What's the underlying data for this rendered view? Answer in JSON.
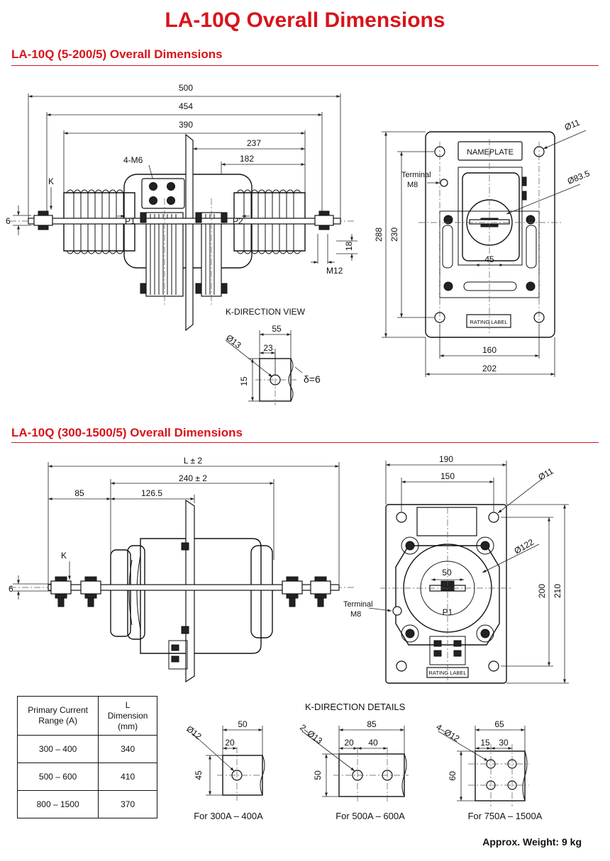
{
  "page_title": "LA-10Q Overall Dimensions",
  "section1": {
    "heading": "LA-10Q (5-200/5) Overall Dimensions",
    "side": {
      "d500": "500",
      "d454": "454",
      "d390": "390",
      "d237": "237",
      "d182": "182",
      "bolts": "4-M6",
      "k": "K",
      "d6": "6",
      "p1": "P1",
      "p2": "P2",
      "d18": "18",
      "m12": "M12"
    },
    "front": {
      "nameplate": "NAMEPLATE",
      "terminal": "Terminal",
      "m8": "M8",
      "dia11": "Ø11",
      "dia835": "Ø83.5",
      "d288": "288",
      "d230": "230",
      "d45": "45",
      "rating": "RATING LABEL",
      "d160": "160",
      "d202": "202"
    },
    "kview": {
      "title": "K-DIRECTION VIEW",
      "d55": "55",
      "d23": "23",
      "dia13": "Ø13",
      "d15": "15",
      "delta": "δ=6"
    }
  },
  "section2": {
    "heading": "LA-10Q (300-1500/5) Overall Dimensions",
    "side": {
      "L": "L ± 2",
      "d240": "240 ± 2",
      "d85": "85",
      "d1265": "126.5",
      "k": "K",
      "d6": "6"
    },
    "front": {
      "d190": "190",
      "d150": "150",
      "dia11": "Ø11",
      "dia122": "Ø122",
      "d50": "50",
      "terminal": "Terminal",
      "m8": "M8",
      "p1": "P1",
      "rating": "RATING LABEL",
      "d200": "200",
      "d210": "210"
    },
    "table": {
      "headers": [
        "Primary Current Range (A)",
        "L Dimension (mm)"
      ],
      "rows": [
        [
          "300 – 400",
          "340"
        ],
        [
          "500 – 600",
          "410"
        ],
        [
          "800 – 1500",
          "370"
        ]
      ]
    },
    "kdetails": {
      "title": "K-DIRECTION DETAILS",
      "d1": {
        "width": "50",
        "offset": "20",
        "hole": "Ø12",
        "height": "45",
        "caption": "For 300A – 400A"
      },
      "d2": {
        "width": "85",
        "offset": "20",
        "pitch": "40",
        "hole": "2–Ø13",
        "height": "50",
        "caption": "For 500A – 600A"
      },
      "d3": {
        "width": "65",
        "offset": "15",
        "pitch": "30",
        "hole": "4–Ø12",
        "height": "60",
        "caption": "For 750A – 1500A"
      }
    }
  },
  "weight": "Approx. Weight: 9 kg"
}
